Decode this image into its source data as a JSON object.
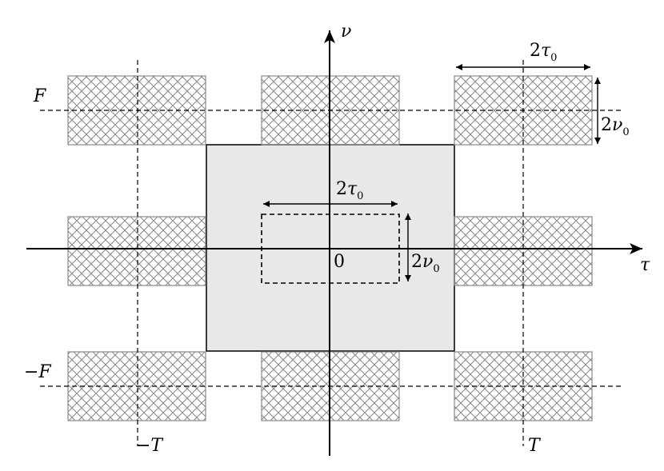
{
  "axes": {
    "x_label": "τ",
    "y_label": "ν",
    "origin_label": "0"
  },
  "ticks": {
    "f_label": "F",
    "neg_f_label": "−F",
    "t_label": "T",
    "neg_t_label": "−T"
  },
  "dims": {
    "outer_width": {
      "coef": "2",
      "sym": "τ",
      "sub": "0"
    },
    "outer_height": {
      "coef": "2",
      "sym": "ν",
      "sub": "0"
    },
    "inner_width": {
      "coef": "2",
      "sym": "τ",
      "sub": "0"
    },
    "inner_height": {
      "coef": "2",
      "sym": "ν",
      "sub": "0"
    }
  },
  "colors": {
    "hatch": "#8a8a8a",
    "central_fill": "#e8e8e8",
    "line": "#000000"
  }
}
